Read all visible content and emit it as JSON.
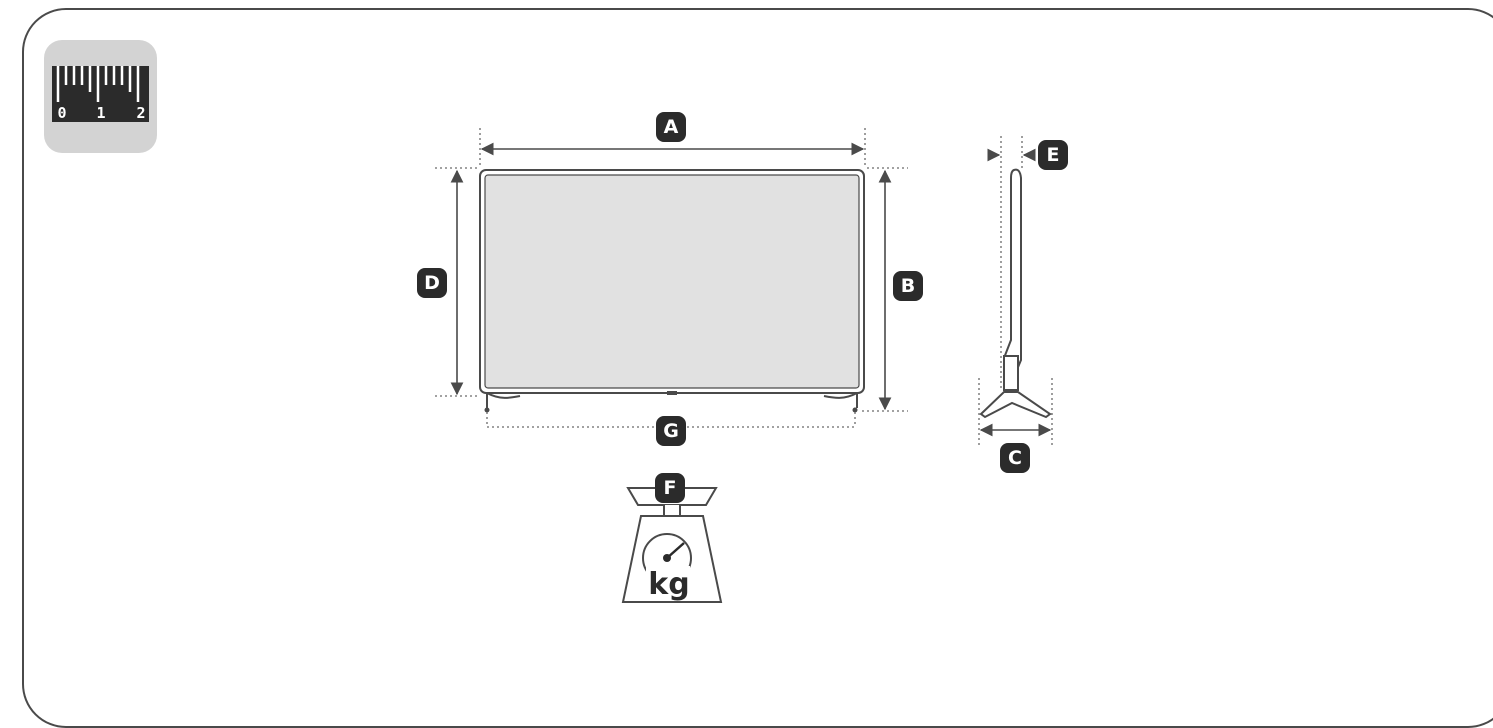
{
  "ruler_icon": {
    "numbers": [
      "0",
      "1",
      "2"
    ],
    "tile_color": "#d3d3d3",
    "ruler_color": "#2b2b2b"
  },
  "dimensions": {
    "width_label": "A",
    "height_with_stand_label": "B",
    "stand_depth_label": "C",
    "height_without_stand_label": "D",
    "depth_label": "E",
    "weight_label": "F",
    "stand_width_label": "G"
  },
  "scale_icon": {
    "unit": "kg"
  },
  "colors": {
    "badge": "#2b2b2b",
    "outline": "#4a4a4a",
    "screen": "#e1e1e1",
    "dotted_guide": "#6a6a6a"
  }
}
